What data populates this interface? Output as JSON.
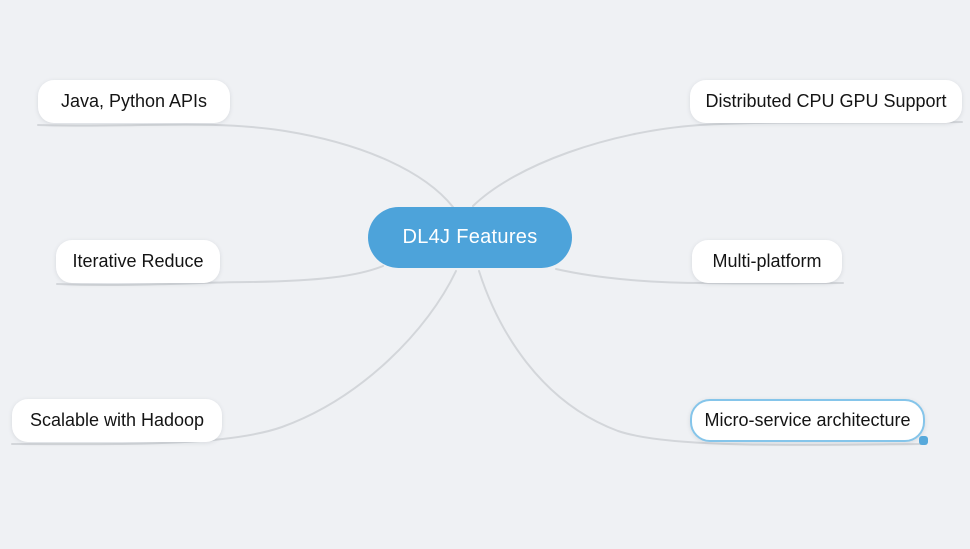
{
  "diagram": {
    "type": "mindmap",
    "root": {
      "label": "DL4J Features"
    },
    "branches": [
      {
        "label": "Java, Python APIs",
        "side": "left",
        "position": "top"
      },
      {
        "label": "Iterative Reduce",
        "side": "left",
        "position": "middle"
      },
      {
        "label": "Scalable with Hadoop",
        "side": "left",
        "position": "bottom"
      },
      {
        "label": "Distributed CPU GPU Support",
        "side": "right",
        "position": "top"
      },
      {
        "label": "Multi-platform",
        "side": "right",
        "position": "middle"
      },
      {
        "label": "Micro-service architecture",
        "side": "right",
        "position": "bottom",
        "selected": true
      }
    ]
  },
  "colors": {
    "background": "#eff1f4",
    "root_fill": "#4da3da",
    "root_text": "#ffffff",
    "node_fill": "#ffffff",
    "node_text": "#141414",
    "branch_line": "#d3d6da",
    "selected_border": "#85c5ea",
    "selected_handle": "#57a9db"
  }
}
